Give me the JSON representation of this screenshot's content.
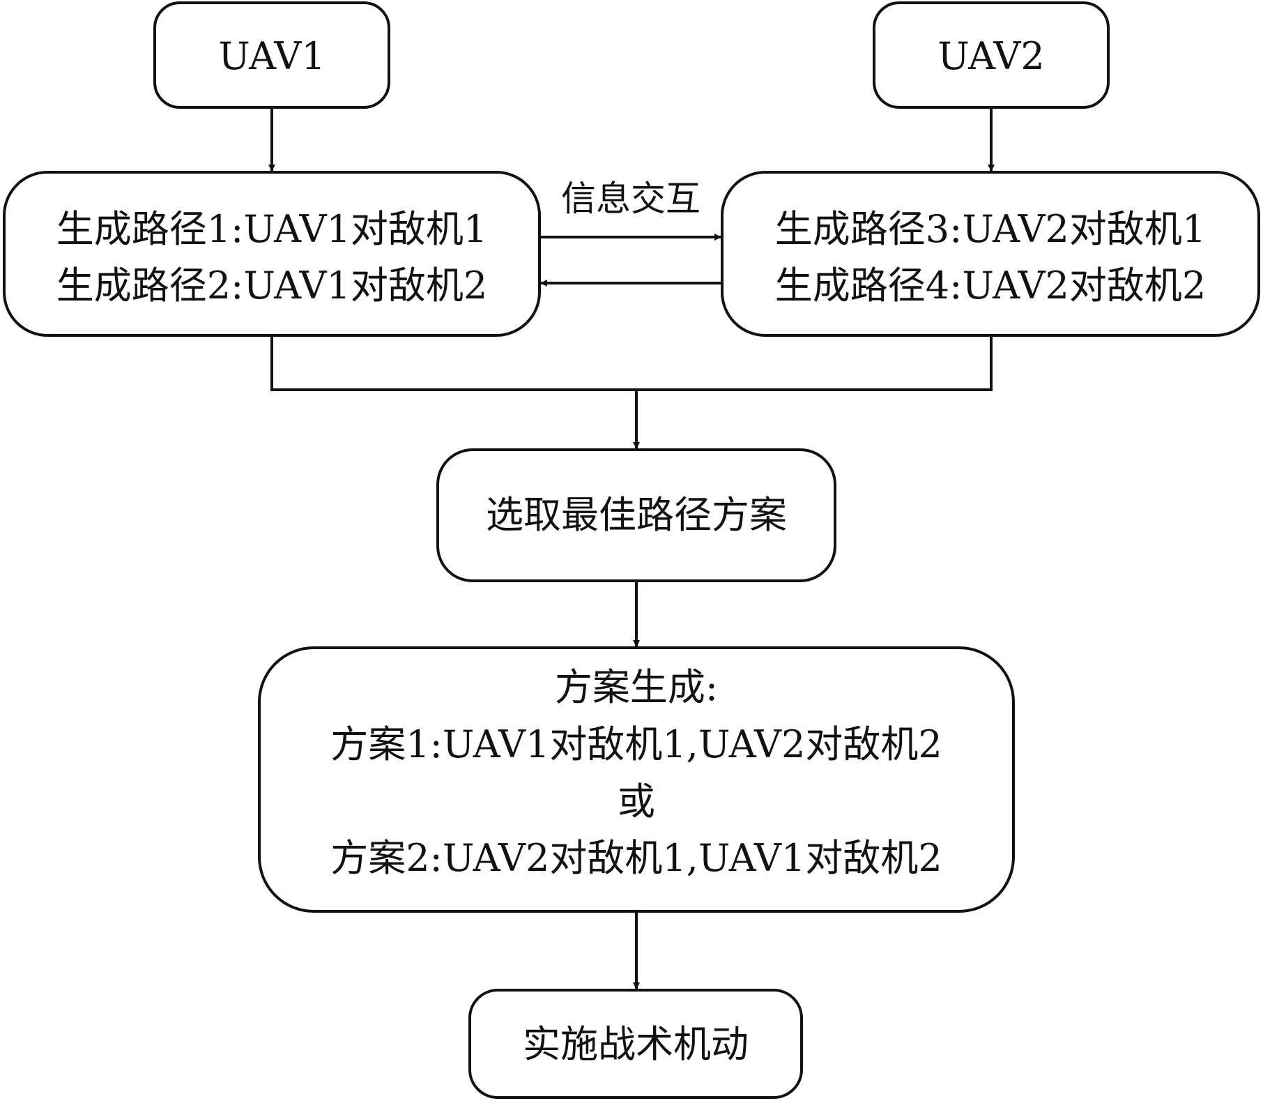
{
  "nodes": {
    "uav1": "UAV1",
    "uav2": "UAV2",
    "paths_uav1": [
      "生成路径1:UAV1对敌机1",
      "生成路径2:UAV1对敌机2"
    ],
    "paths_uav2": [
      "生成路径3:UAV2对敌机1",
      "生成路径4:UAV2对敌机2"
    ],
    "select_best": "选取最佳路径方案",
    "plan_generation": [
      "方案生成:",
      "方案1:UAV1对敌机1,UAV2对敌机2",
      "或",
      "方案2:UAV2对敌机1,UAV1对敌机2"
    ],
    "execute": "实施战术机动"
  },
  "edges": {
    "info_exchange": "信息交互"
  }
}
